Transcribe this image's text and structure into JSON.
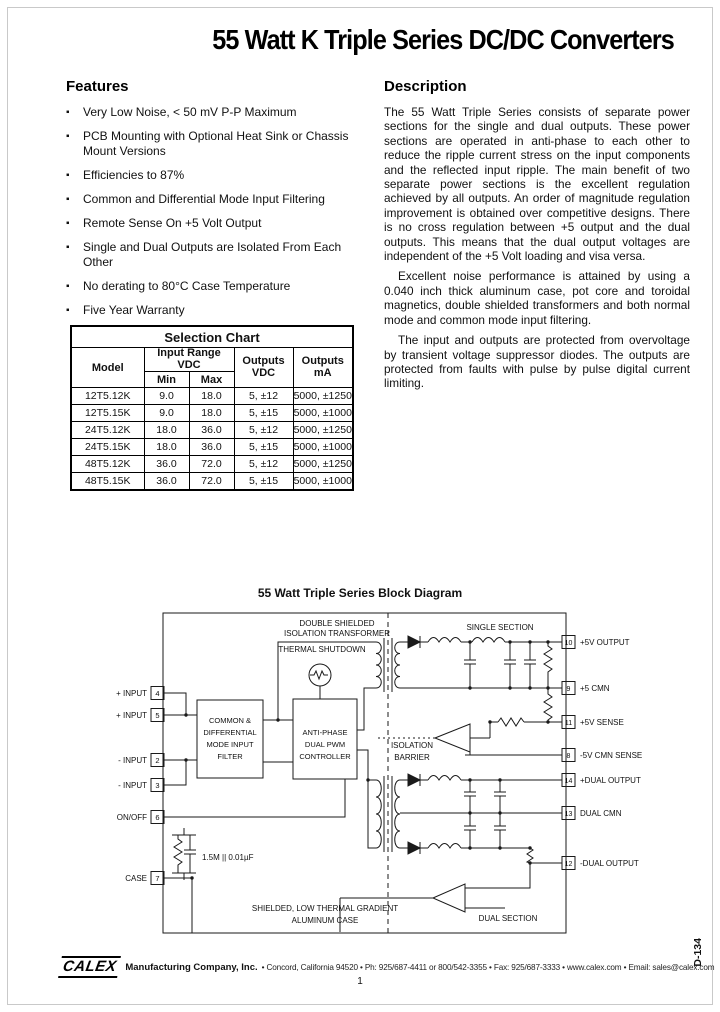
{
  "page": {
    "title": "55 Watt K Triple Series DC/DC Converters",
    "page_number": "1",
    "doc_number": "D-134"
  },
  "features": {
    "heading": "Features",
    "items": [
      "Very Low Noise, < 50 mV P-P Maximum",
      "PCB Mounting with Optional Heat Sink or Chassis Mount Versions",
      "Efficiencies to 87%",
      "Common and Differential Mode Input Filtering",
      "Remote Sense On +5 Volt Output",
      "Single and Dual Outputs are Isolated From Each Other",
      "No derating to 80°C Case Temperature",
      "Five Year Warranty"
    ]
  },
  "description": {
    "heading": "Description",
    "paragraphs": [
      "The 55 Watt Triple Series consists of separate power sections for the single and dual outputs.  These power sections are operated in anti-phase to each other to reduce the ripple current stress on the input components and the reflected input ripple.  The main benefit of two separate power sections is the excellent regulation achieved by all outputs.  An order of magnitude regulation improvement is obtained over competitive designs.  There is no cross regulation between +5 output and the dual outputs.  This means that the dual output voltages are independent of the +5 Volt loading and visa versa.",
      "Excellent noise performance is attained by using a 0.040 inch thick aluminum case, pot core and toroidal magnetics, double shielded transformers and both normal mode and common mode input filtering.",
      "The input and outputs are protected from overvoltage by transient voltage suppressor diodes.  The outputs are protected from faults with pulse by pulse digital current limiting."
    ]
  },
  "selection_chart": {
    "title": "Selection Chart",
    "headers": {
      "model": "Model",
      "input_range": "Input Range\nVDC",
      "min": "Min",
      "max": "Max",
      "outputs_vdc": "Outputs\nVDC",
      "outputs_ma": "Outputs\nmA"
    },
    "rows": [
      {
        "model": "12T5.12K",
        "min": "9.0",
        "max": "18.0",
        "vdc": "5, ±12",
        "ma": "5000, ±1250"
      },
      {
        "model": "12T5.15K",
        "min": "9.0",
        "max": "18.0",
        "vdc": "5, ±15",
        "ma": "5000, ±1000"
      },
      {
        "model": "24T5.12K",
        "min": "18.0",
        "max": "36.0",
        "vdc": "5, ±12",
        "ma": "5000, ±1250"
      },
      {
        "model": "24T5.15K",
        "min": "18.0",
        "max": "36.0",
        "vdc": "5, ±15",
        "ma": "5000, ±1000"
      },
      {
        "model": "48T5.12K",
        "min": "36.0",
        "max": "72.0",
        "vdc": "5, ±12",
        "ma": "5000, ±1250"
      },
      {
        "model": "48T5.15K",
        "min": "36.0",
        "max": "72.0",
        "vdc": "5, ±15",
        "ma": "5000, ±1000"
      }
    ]
  },
  "diagram": {
    "title": "55 Watt Triple Series Block Diagram",
    "labels": {
      "transformer_1": "DOUBLE SHIELDED",
      "transformer_2": "ISOLATION TRANSFORMER",
      "thermal": "THERMAL SHUTDOWN",
      "single_section": "SINGLE SECTION",
      "isolation_1": "ISOLATION",
      "isolation_2": "BARRIER",
      "filter_1": "COMMON &",
      "filter_2": "DIFFERENTIAL",
      "filter_3": "MODE INPUT",
      "filter_4": "FILTER",
      "pwm_1": "ANTI-PHASE",
      "pwm_2": "DUAL PWM",
      "pwm_3": "CONTROLLER",
      "rc": "1.5M || 0.01µF",
      "case_1": "SHIELDED, LOW THERMAL GRADIENT",
      "case_2": "ALUMINUM CASE",
      "dual_section": "DUAL SECTION"
    },
    "left_pins": [
      {
        "num": "4",
        "label": "+ INPUT"
      },
      {
        "num": "5",
        "label": "+ INPUT"
      },
      {
        "num": "2",
        "label": "- INPUT"
      },
      {
        "num": "3",
        "label": "- INPUT"
      },
      {
        "num": "6",
        "label": "ON/OFF"
      },
      {
        "num": "7",
        "label": "CASE"
      }
    ],
    "right_pins": [
      {
        "num": "10",
        "label": "+5V OUTPUT"
      },
      {
        "num": "9",
        "label": "+5 CMN"
      },
      {
        "num": "11",
        "label": "+5V SENSE"
      },
      {
        "num": "8",
        "label": "-5V CMN SENSE"
      },
      {
        "num": "14",
        "label": "+DUAL OUTPUT"
      },
      {
        "num": "13",
        "label": "DUAL CMN"
      },
      {
        "num": "12",
        "label": "-DUAL OUTPUT"
      }
    ]
  },
  "footer": {
    "logo": "CALEX",
    "company": "Manufacturing Company, Inc.",
    "contact": "•  Concord, California 94520  •  Ph: 925/687-4411 or 800/542-3355  •  Fax: 925/687-3333  •  www.calex.com  •  Email: sales@calex.com"
  }
}
